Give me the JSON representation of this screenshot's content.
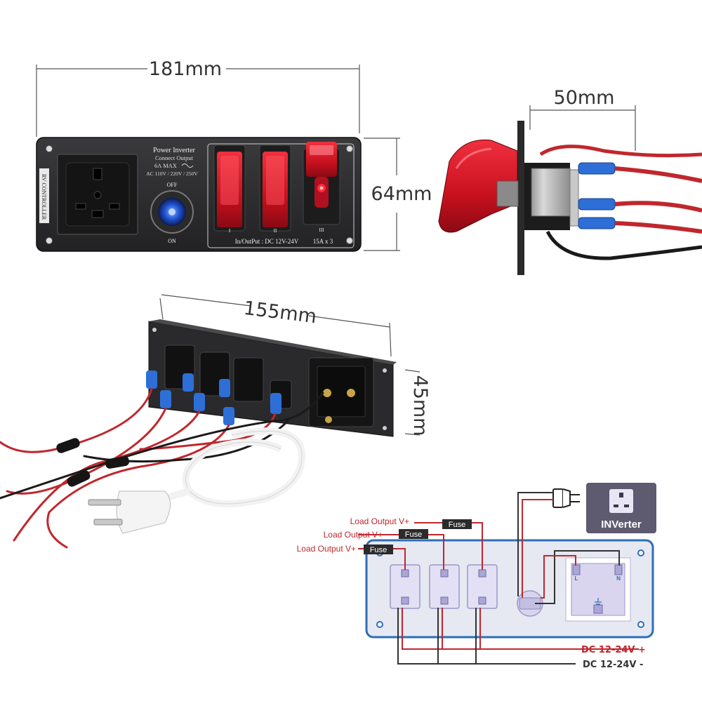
{
  "dimensions": {
    "width_top": "181mm",
    "height_side": "64mm",
    "depth_switch": "50mm",
    "width_bottom": "155mm",
    "height_bottom": "45mm"
  },
  "panel": {
    "inverter_title": "Power Inverter",
    "inverter_sub": "Connect Output",
    "rating": "6A MAX",
    "ac_voltages": "AC 110V / 220V / 250V",
    "off_label": "OFF",
    "on_label": "ON",
    "side_label": "RV CONTROLLER",
    "switch_labels": [
      "I",
      "II",
      "III"
    ],
    "io_label": "In/OutPut : DC 12V-24V",
    "current_label": "15A x 3"
  },
  "wiring": {
    "load_outputs": [
      "Load Output V+",
      "Load Output V+",
      "Load Output V+"
    ],
    "fuse_label": "Fuse",
    "dc_plus": "DC 12-24V +",
    "dc_minus": "DC 12-24V -",
    "inverter_badge": "INVerter",
    "terminal_l": "L",
    "terminal_n": "N"
  },
  "colors": {
    "dim_line": "#555555",
    "panel_dark": "#2b2b2d",
    "switch_red": "#d81a2a",
    "blue_border": "#2f6eb5",
    "diagram_fill": "#e6e8f2",
    "wire_red": "#c0272d",
    "wire_black": "#333333",
    "inverter_badge": "#5e5a70"
  }
}
